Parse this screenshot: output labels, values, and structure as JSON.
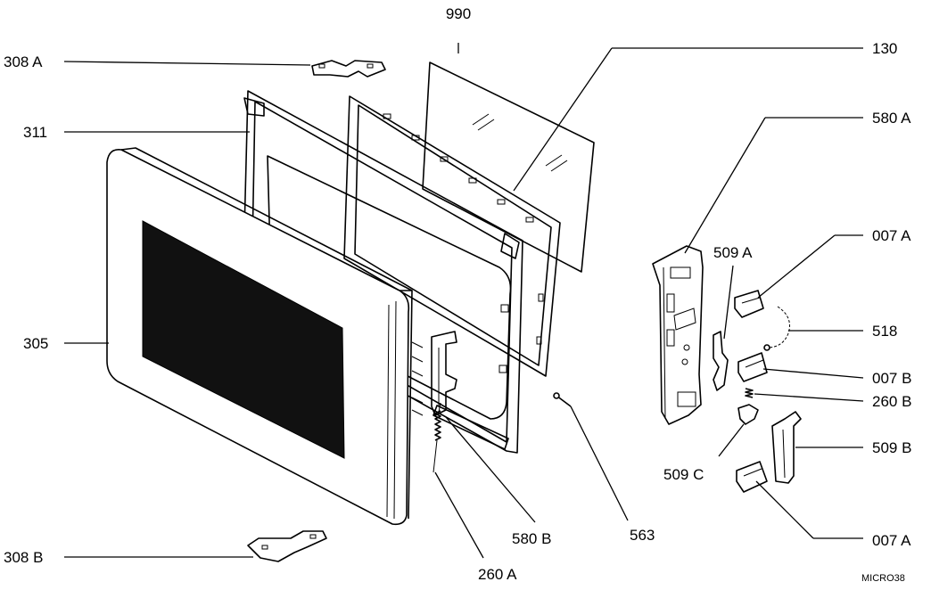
{
  "labels": {
    "l990": "990",
    "l130": "130",
    "l308a": "308 A",
    "l311": "311",
    "l580a": "580 A",
    "l509a": "509 A",
    "l007a_top": "007 A",
    "l518": "518",
    "l305": "305",
    "l007b": "007 B",
    "l260b": "260 B",
    "l509b": "509 B",
    "l509c": "509 C",
    "l580b": "580 B",
    "l563": "563",
    "l007a_bottom": "007 A",
    "l308b": "308 B",
    "l260a": "260 A"
  },
  "drawing_code": "MICRO38"
}
